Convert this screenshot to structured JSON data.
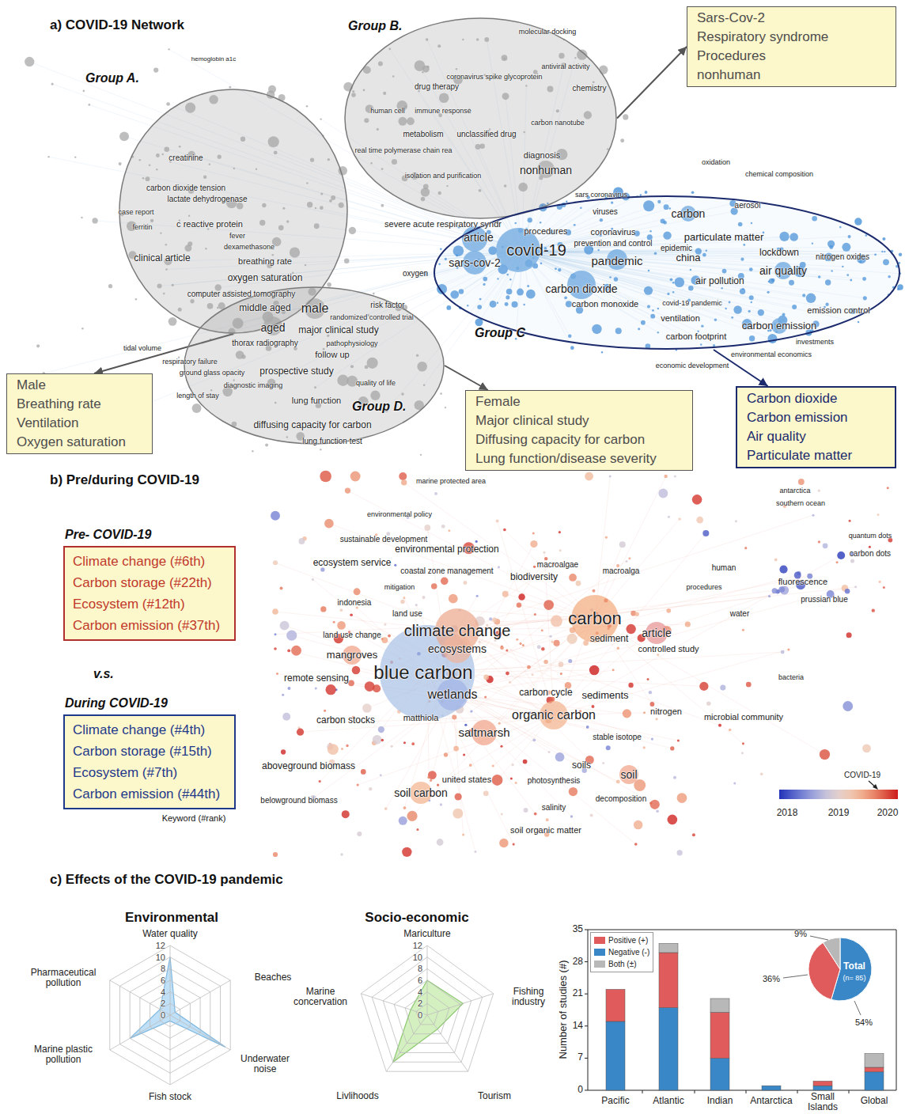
{
  "diagram": {
    "nodes": [
      {
        "text": [
          "Group A."
        ]
      },
      {
        "text": [
          "Group B."
        ]
      },
      {
        "text": [
          "Sars-Cov-2",
          "Respiratory syndrome",
          "Procedures",
          "nonhuman"
        ]
      },
      {
        "text": [
          "Group C"
        ]
      },
      {
        "text": [
          "Group D."
        ]
      },
      {
        "text": [
          "Male",
          "Breathing rate",
          "Ventilation",
          "Oxygen saturation"
        ]
      },
      {
        "text": [
          "Female",
          "Major clinical study",
          "Diffusing capacity for carbon",
          "Lung function/disease severity"
        ]
      },
      {
        "text": [
          "Carbon dioxide",
          "Carbon emission",
          "Air quality",
          "Particulate matter"
        ]
      },
      {
        "text": [
          "Climate change (#6th)",
          "Carbon storage (#22th)",
          "Ecosystem (#12th)",
          "Carbon emission (#37th)"
        ]
      },
      {
        "text": [
          "Climate change (#4th)",
          "Carbon storage (#15th)",
          "Ecosystem (#7th)",
          "Carbon emission (#44th)"
        ]
      }
    ],
    "edges": [
      {
        "from": 1,
        "to": 2,
        "arrow": "to"
      },
      {
        "from": 0,
        "to": 5,
        "arrow": "to"
      },
      {
        "from": 4,
        "to": 6,
        "arrow": "to"
      },
      {
        "from": 3,
        "to": 7,
        "arrow": "to"
      }
    ],
    "labels": [
      "a) COVID-19 Network",
      "hemoglobin a1c",
      "creatinine",
      "carbon dioxide tension",
      "lactate dehydrogenase",
      "case report",
      "c reactive protein",
      "ferritin",
      "fever",
      "dexamethasone",
      "clinical article",
      "breathing rate",
      "oxygen saturation",
      "computer assisted tomography",
      "middle aged",
      "male",
      "aged",
      "thorax radiography",
      "tidal volume",
      "respiratory failure",
      "ground glass opacity",
      "molecular docking",
      "antiviral activity",
      "coronavirus spike glycoprotein",
      "drug therapy",
      "chemistry",
      "human cell",
      "immune response",
      "carbon nanotube",
      "metabolism",
      "unclassified drug",
      "real time polymerase chain rea",
      "diagnosis",
      "nonhuman",
      "isolation and purification",
      "sars coronavirus",
      "viruses",
      "severe acute respiratory syndr",
      "article",
      "procedures",
      "sars-cov-2",
      "covid-19",
      "coronavirus",
      "prevention and control",
      "pandemic",
      "carbon dioxide",
      "carbon monoxide",
      "oxygen",
      "risk factor",
      "randomized controlled trial",
      "major clinical study",
      "pathophysiology",
      "follow up",
      "prospective study",
      "quality of life",
      "diagnostic imaging",
      "length of stay",
      "lung function",
      "diffusing capacity for carbon",
      "lung function test",
      "oxidation",
      "chemical composition",
      "aerosol",
      "carbon",
      "particulate matter",
      "epidemic",
      "lockdown",
      "china",
      "nitrogen oxides",
      "air quality",
      "air pollution",
      "covid-19 pandemic",
      "ventilation",
      "emission control",
      "carbon emission",
      "carbon footprint",
      "investments",
      "environmental economics",
      "economic development",
      "marine protected area",
      "antarctica",
      "southern ocean",
      "environmental policy",
      "quantum dots",
      "sustainable development",
      "carbon dots",
      "environmental protection",
      "ecosystem service",
      "macroalgae",
      "biodiversity",
      "macroalga",
      "human",
      "coastal zone management",
      "fluorescence",
      "procedures",
      "mitigation",
      "prussian blue",
      "indonesia",
      "land use",
      "water",
      "carbon",
      "climate change",
      "article",
      "land use change",
      "sediment",
      "ecosystems",
      "controlled study",
      "mangroves",
      "blue carbon",
      "remote sensing",
      "wetlands",
      "carbon cycle",
      "sediments",
      "bacteria",
      "nitrogen",
      "organic carbon",
      "microbial community",
      "matthiola",
      "carbon stocks",
      "saltmarsh",
      "stable isotope",
      "aboveground biomass",
      "soils",
      "soil",
      "photosynthesis",
      "united states",
      "soil carbon",
      "decomposition",
      "belowground biomass",
      "salinity",
      "soil organic matter",
      "b) Pre/during COVID-19",
      "Pre- COVID-19",
      "v.s.",
      "During COVID-19",
      "Keyword (#rank)",
      "COVID-19",
      "2018",
      "2019",
      "2020",
      "c) Effects of the COVID-19 pandemic",
      "Environmental",
      "Socio-economic",
      "Water quality",
      "Beaches",
      "Underwater noise",
      "Fish stock",
      "Marine plastic pollution",
      "Pharmaceutical pollution",
      "12",
      "10",
      "8",
      "6",
      "4",
      "2",
      "0",
      "Mariculture",
      "Fishing industry",
      "Tourism",
      "Livlihoods",
      "Marine concervation",
      "12",
      "10",
      "8",
      "6",
      "4",
      "2",
      "0",
      "Number of studies (#)",
      "0",
      "7",
      "14",
      "21",
      "28",
      "35",
      "Pacific",
      "Atlantic",
      "Indian",
      "Antarctica",
      "Small Islands",
      "Global",
      "9%",
      "36%",
      "54%",
      "Total",
      "(n= 85)"
    ],
    "legend": [
      {
        "text": "Positive (+)",
        "color": "#e05c5c"
      },
      {
        "text": "Negative (-)",
        "color": "#3a87c8"
      },
      {
        "text": "Both (±)",
        "color": "#b8b8b8"
      }
    ]
  }
}
